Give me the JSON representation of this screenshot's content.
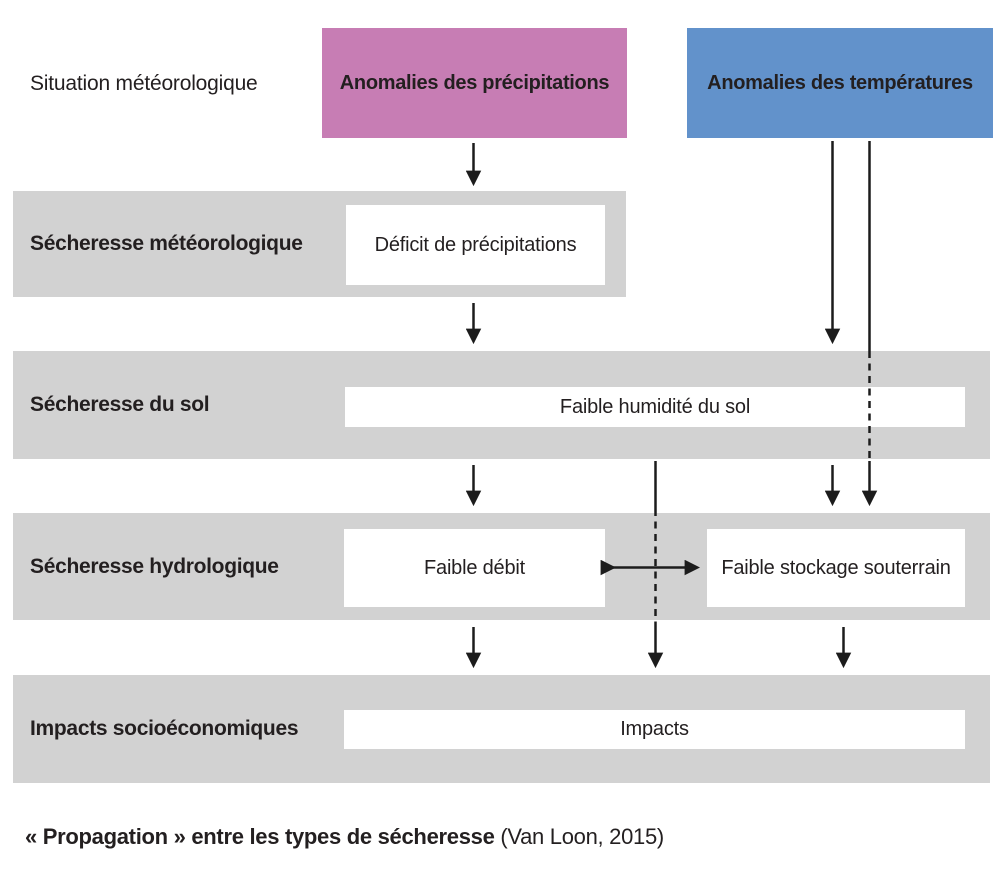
{
  "diagram": {
    "top_row": {
      "label": "Situation météorologique",
      "precipitation_box": "Anomalies des précipitations",
      "temperature_box": "Anomalies des températures"
    },
    "rows": [
      {
        "label": "Sécheresse météorologique",
        "boxes": [
          "Déficit de précipitations"
        ]
      },
      {
        "label": "Sécheresse du sol",
        "boxes": [
          "Faible humidité du sol"
        ]
      },
      {
        "label": "Sécheresse hydrologique",
        "boxes": [
          "Faible débit",
          "Faible stockage souterrain"
        ]
      },
      {
        "label": "Impacts socioéconomiques",
        "boxes": [
          "Impacts"
        ]
      }
    ],
    "caption": {
      "title": "« Propagation » entre les types de sécheresse",
      "source": " (Van Loon, 2015)"
    },
    "colors": {
      "precipitation_accent": "#c77db4",
      "temperature_accent": "#6292cb",
      "band_gray": "#d2d2d2",
      "arrow_black": "#1c1c1c",
      "text_dark": "#231f20"
    }
  }
}
